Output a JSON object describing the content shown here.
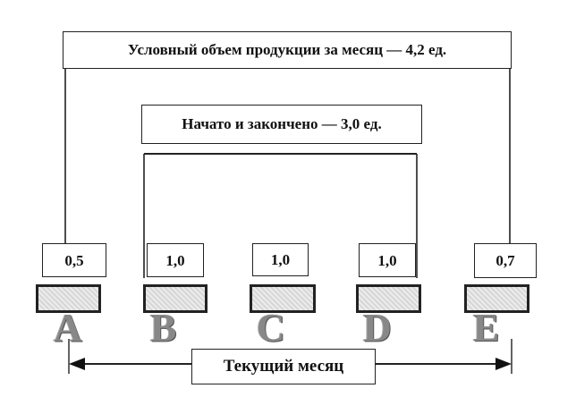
{
  "diagram": {
    "title_total": "Условный объем продукции за месяц — 4,2 ед.",
    "title_started_finished": "Начато и закончено — 3,0 ед.",
    "current_month": "Текущий месяц",
    "units": [
      {
        "letter": "A",
        "value": "0,5"
      },
      {
        "letter": "B",
        "value": "1,0"
      },
      {
        "letter": "C",
        "value": "1,0"
      },
      {
        "letter": "D",
        "value": "1,0"
      },
      {
        "letter": "E",
        "value": "0,7"
      }
    ]
  }
}
